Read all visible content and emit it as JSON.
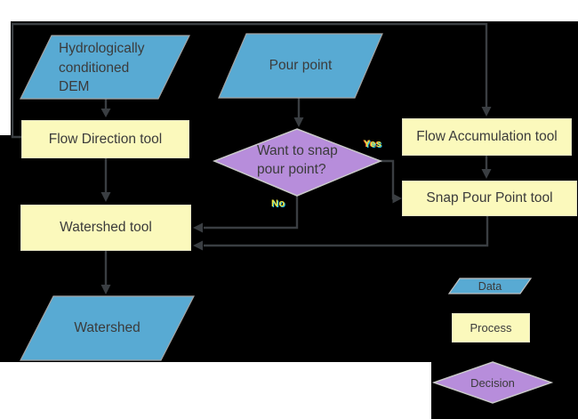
{
  "diagram": {
    "type": "flowchart",
    "page_background": "#ffffff",
    "diagram_background": "#000000"
  },
  "colors": {
    "data_fill": "#58aad3",
    "data_stroke": "#a3a3a3",
    "process_fill": "#fbf9bc",
    "process_stroke": "#e3e1c2",
    "decision_fill": "#b78ddb",
    "decision_stroke": "#c9c9c9",
    "connector": "#3a3e42",
    "label_text": "#3b3b3b"
  },
  "nodes": {
    "dem": {
      "label": "Hydrologically\nconditioned\nDEM",
      "type": "data"
    },
    "pour_point": {
      "label": "Pour point",
      "type": "data"
    },
    "flow_direction": {
      "label": "Flow Direction tool",
      "type": "process"
    },
    "flow_accumulation": {
      "label": "Flow Accumulation tool",
      "type": "process"
    },
    "snap_pour_point": {
      "label": "Snap Pour Point tool",
      "type": "process"
    },
    "snap_decision": {
      "label": "Want to snap\npour point?",
      "type": "decision"
    },
    "watershed_tool": {
      "label": "Watershed tool",
      "type": "process"
    },
    "watershed": {
      "label": "Watershed",
      "type": "data"
    }
  },
  "edges": {
    "yes_label": "Yes",
    "no_label": "No"
  },
  "legend": {
    "data_label": "Data",
    "process_label": "Process",
    "decision_label": "Decision"
  }
}
